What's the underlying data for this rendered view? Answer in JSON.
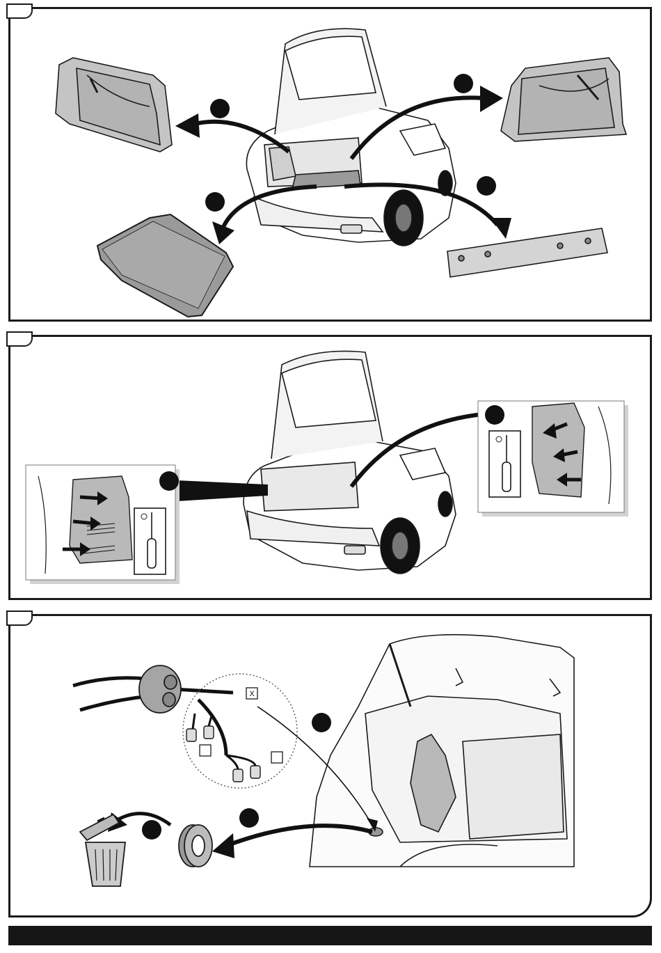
{
  "panels": [
    {
      "id": "panel-1",
      "step_label": ""
    },
    {
      "id": "panel-2",
      "step_label": ""
    },
    {
      "id": "panel-3",
      "step_label": ""
    }
  ],
  "connector_labels": {
    "top_box": "X",
    "left_box": "",
    "right_box": ""
  },
  "colors": {
    "outline": "#1a1a1a",
    "fill_gray": "#b9b9b9",
    "light_gray": "#d4d4d4",
    "mat_gray": "#9a9a9a",
    "footer": "#161616"
  },
  "icons": [
    "screwdriver-icon",
    "trash-bin-icon",
    "grommet-icon",
    "car-icon"
  ]
}
